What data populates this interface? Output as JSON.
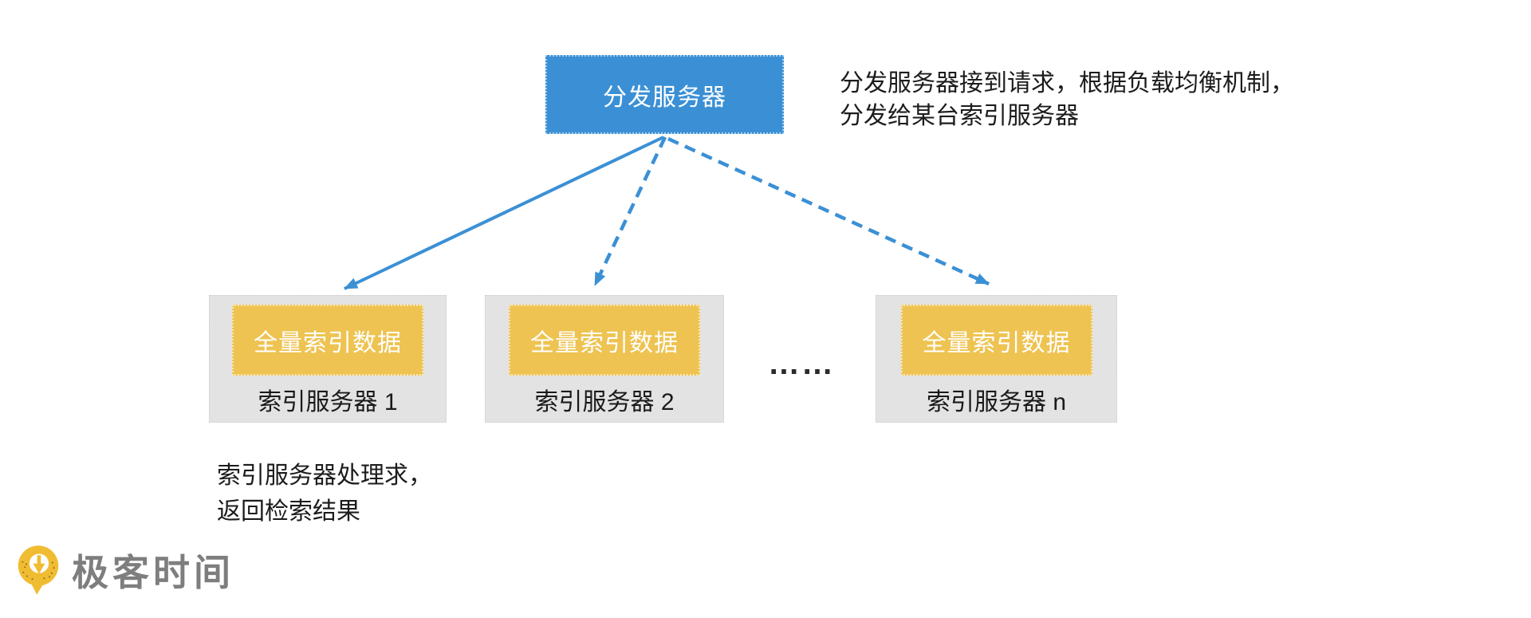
{
  "colors": {
    "blue": "#3b90d5",
    "yellow": "#eec351",
    "box_gray": "#e3e3e3",
    "logo_yellow": "#f0bc31",
    "logo_text_gray": "#7e7e7e",
    "text_black": "#1c1c1c"
  },
  "diagram": {
    "dispatcher": {
      "label": "分发服务器"
    },
    "top_note": {
      "line1": "分发服务器接到请求，根据负载均衡机制，",
      "line2": "分发给某台索引服务器"
    },
    "servers": [
      {
        "data_label": "全量索引数据",
        "name": "索引服务器 1"
      },
      {
        "data_label": "全量索引数据",
        "name": "索引服务器 2"
      },
      {
        "data_label": "全量索引数据",
        "name": "索引服务器 n"
      }
    ],
    "ellipsis": "……",
    "bottom_note": {
      "line1": "索引服务器处理求，",
      "line2": "返回检索结果"
    }
  },
  "footer": {
    "logo_text": "极客时间",
    "logo_icon": "geektime-logo"
  }
}
